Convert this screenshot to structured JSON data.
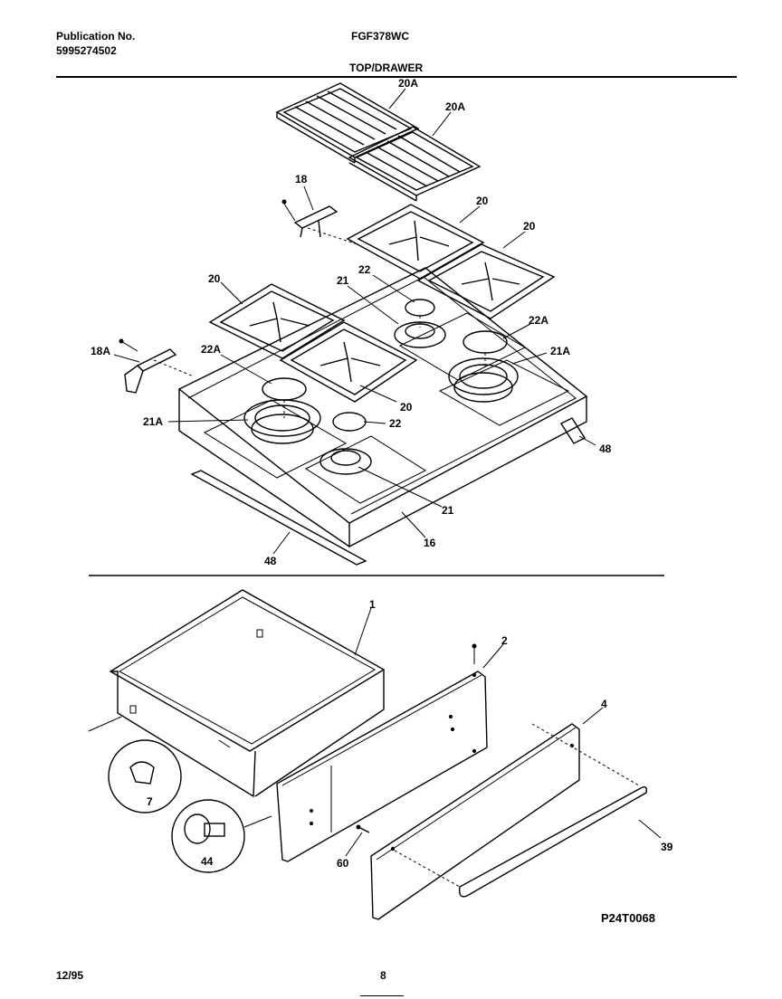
{
  "header": {
    "publication_label": "Publication No.",
    "publication_number": "5995274502",
    "model": "FGF378WC",
    "section_title": "TOP/DRAWER"
  },
  "callouts": {
    "c20A_top": "20A",
    "c20A_right": "20A",
    "c18": "18",
    "c20_a": "20",
    "c20_b": "20",
    "c20_left": "20",
    "c21_top": "21",
    "c22_top": "22",
    "c22A_right": "22A",
    "c21A_right": "21A",
    "c18A": "18A",
    "c22A_left": "22A",
    "c20_mid": "20",
    "c21A_left": "21A",
    "c22_mid": "22",
    "c48_right": "48",
    "c21_bottom": "21",
    "c16": "16",
    "c48_bottom": "48",
    "c1": "1",
    "c2": "2",
    "c4": "4",
    "c7": "7",
    "c44": "44",
    "c60": "60",
    "c39": "39"
  },
  "figure_code": "P24T0068",
  "footer": {
    "date": "12/95",
    "page": "8"
  }
}
